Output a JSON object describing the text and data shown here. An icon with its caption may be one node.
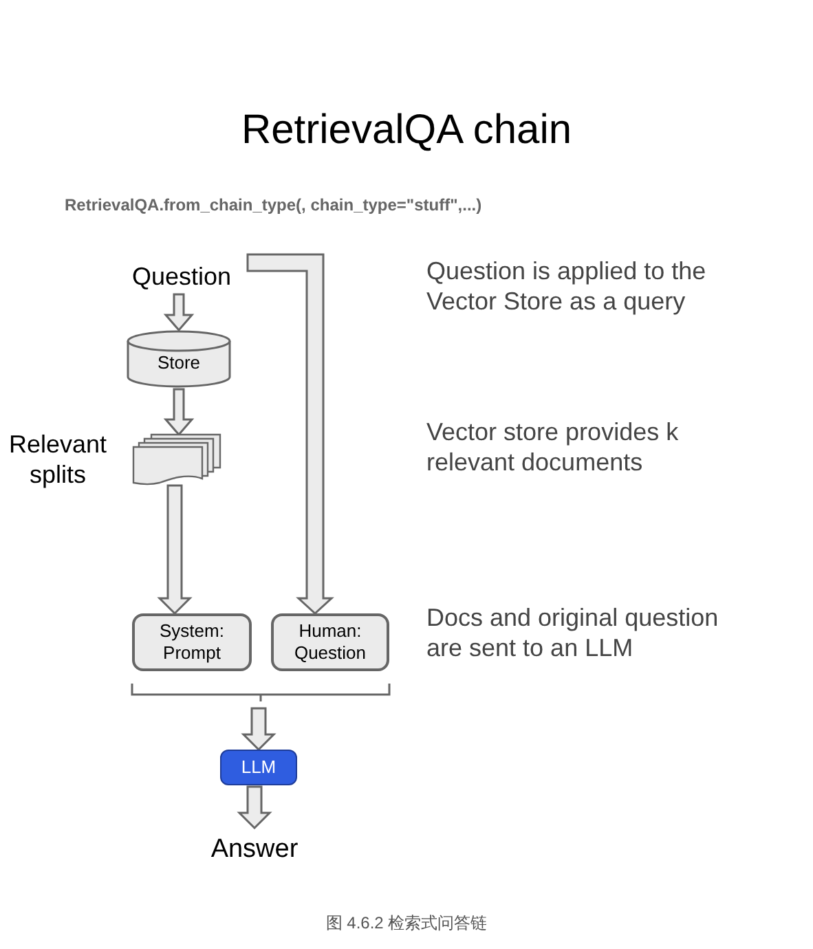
{
  "diagram": {
    "title": "RetrievalQA chain",
    "caption": "图 4.6.2 检索式问答链",
    "nodes": [
      {
        "text": [
          "Question"
        ]
      },
      {
        "text": [
          "Store"
        ]
      },
      {
        "text": [
          "Relevant splits"
        ]
      },
      {
        "text": [
          "System: Prompt"
        ]
      },
      {
        "text": [
          "Human: Question"
        ]
      },
      {
        "text": [
          "LLM"
        ]
      },
      {
        "text": [
          "Answer"
        ]
      }
    ],
    "edges": [
      {
        "from": 0,
        "to": 1,
        "arrow": "to"
      },
      {
        "from": 1,
        "to": 2,
        "arrow": "to"
      },
      {
        "from": 2,
        "to": 3,
        "arrow": "to"
      },
      {
        "from": 0,
        "to": 4,
        "arrow": "to"
      },
      {
        "from": 3,
        "to": 5,
        "arrow": "to"
      },
      {
        "from": 4,
        "to": 5,
        "arrow": "to"
      },
      {
        "from": 5,
        "to": 6,
        "arrow": "to"
      }
    ],
    "labels": [
      "RetrievalQA.from_chain_type(, chain_type=\"stuff\",...)",
      "Question is applied to the Vector Store as a query",
      "Vector store provides k relevant documents",
      "Docs and original question are sent to an LLM"
    ]
  }
}
